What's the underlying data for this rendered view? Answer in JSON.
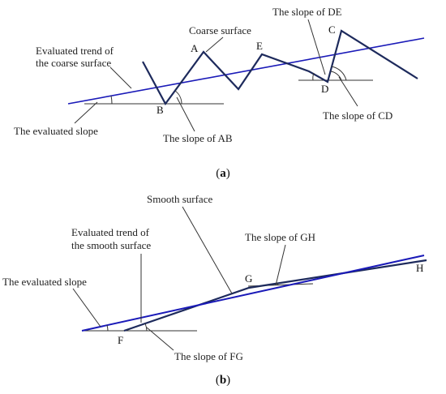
{
  "panel_a": {
    "caption_open": "(",
    "caption_letter": "a",
    "caption_close": ")",
    "labels": {
      "coarse_surface": "Coarse surface",
      "trend_line1": "Evaluated trend of",
      "trend_line2": "the coarse surface",
      "evaluated_slope": "The evaluated slope",
      "slope_ab": "The slope of AB",
      "slope_de": "The slope of DE",
      "slope_cd": "The slope of CD"
    },
    "points": {
      "a": "A",
      "b": "B",
      "c": "C",
      "d": "D",
      "e": "E"
    }
  },
  "panel_b": {
    "caption_open": "(",
    "caption_letter": "b",
    "caption_close": ")",
    "labels": {
      "smooth_surface": "Smooth surface",
      "trend_line1": "Evaluated trend of",
      "trend_line2": "the smooth surface",
      "evaluated_slope": "The evaluated slope",
      "slope_gh": "The slope of GH",
      "slope_fg": "The slope of FG"
    },
    "points": {
      "f": "F",
      "g": "G",
      "h": "H"
    }
  },
  "colors": {
    "trend_line": "#1a1ab8",
    "profile_line": "#1d2a5c",
    "reference_line": "#333333"
  }
}
